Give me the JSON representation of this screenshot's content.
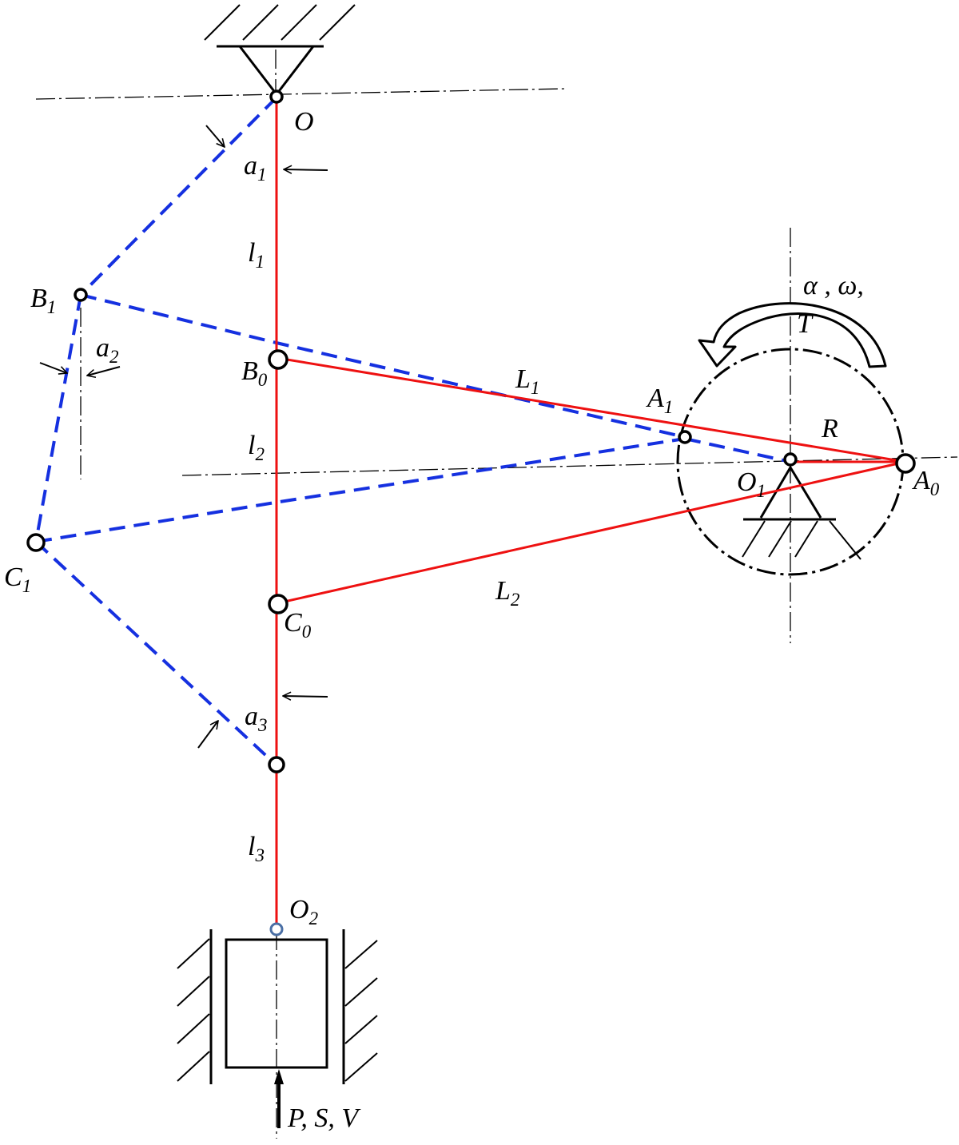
{
  "colors": {
    "link_current": "#ee1111",
    "link_displaced": "#1530e0",
    "ink": "#000000",
    "slider_pin": "#4a6fa5"
  },
  "labels": {
    "O": {
      "main": "O",
      "sub": ""
    },
    "a1": {
      "main": "a",
      "sub": "1"
    },
    "l1": {
      "main": "l",
      "sub": "1"
    },
    "B1": {
      "main": "B",
      "sub": "1"
    },
    "a2": {
      "main": "a",
      "sub": "2"
    },
    "B0": {
      "main": "B",
      "sub": "0"
    },
    "L1": {
      "main": "L",
      "sub": "1"
    },
    "A1": {
      "main": "A",
      "sub": "1"
    },
    "R": {
      "main": "R",
      "sub": ""
    },
    "O1": {
      "main": "O",
      "sub": "1"
    },
    "A0": {
      "main": "A",
      "sub": "0"
    },
    "l2": {
      "main": "l",
      "sub": "2"
    },
    "C1": {
      "main": "C",
      "sub": "1"
    },
    "L2": {
      "main": "L",
      "sub": "2"
    },
    "C0": {
      "main": "C",
      "sub": "0"
    },
    "a3": {
      "main": "a",
      "sub": "3"
    },
    "l3": {
      "main": "l",
      "sub": "3"
    },
    "O2": {
      "main": "O",
      "sub": "2"
    },
    "rotation": "α ,  ω,",
    "torque": "T",
    "output": "P, S, V"
  },
  "icons": {
    "fixed_pivot_top": "ground-hatch-icon",
    "crank_bearing": "ground-hatch-icon",
    "rotation_arrow": "curved-arrow-icon",
    "slider_guides": "ground-hatch-icon"
  }
}
